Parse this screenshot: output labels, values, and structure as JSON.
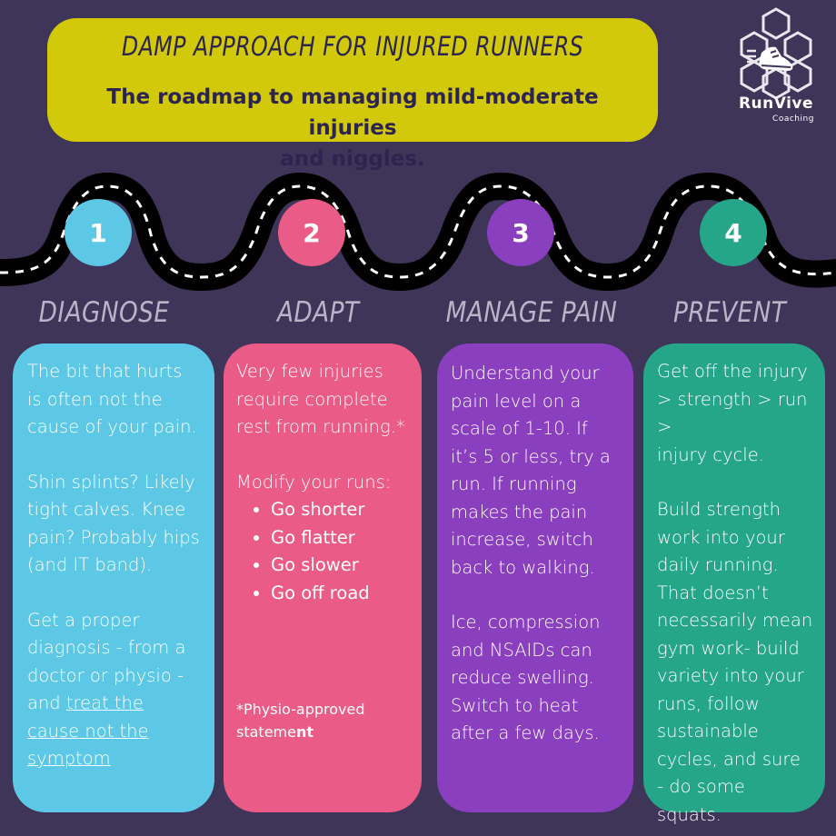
{
  "header": {
    "title": "DAMP APPROACH FOR INJURED RUNNERS",
    "subtitle_line1": "The roadmap to managing mild-moderate injuries",
    "subtitle_line2": "and niggles."
  },
  "logo": {
    "name": "RunVive",
    "sub": "Coaching",
    "icon": "running-shoe-hexagon-icon"
  },
  "colors": {
    "background": "#3f3559",
    "header": "#d1c90a",
    "step1": "#5cc8e6",
    "step2": "#ea5b88",
    "step3": "#8a3fbf",
    "step4": "#25a688"
  },
  "steps": [
    {
      "number": "1",
      "title": "DIAGNOSE",
      "paragraphs": [
        [
          "The bit that hurts",
          "is often not the",
          "cause of your pain."
        ],
        [
          "Shin splints? Likely",
          "tight calves. Knee",
          "pain? Probably hips",
          "(and IT band)."
        ],
        [
          "Get a proper",
          "diagnosis - from a",
          "doctor or physio -"
        ]
      ],
      "last_line_start": "and ",
      "emphasis": [
        "treat the",
        "cause not the",
        "symptom"
      ]
    },
    {
      "number": "2",
      "title": "ADAPT",
      "paragraphs": [
        [
          "Very few injuries",
          "require complete",
          "rest from running.*"
        ],
        [
          "Modify your runs:"
        ]
      ],
      "bullets": [
        "Go shorter",
        "Go flatter",
        "Go slower",
        "Go off road"
      ],
      "footnote_line1": "*Physio-approved",
      "footnote_line2_start": "stateme",
      "footnote_line2_end": "nt"
    },
    {
      "number": "3",
      "title": "MANAGE PAIN",
      "paragraphs": [
        [
          "Understand your",
          "pain level on a",
          "scale of 1-10. If",
          "it’s 5 or less, try a",
          "run. If running",
          "makes the pain",
          "increase, switch",
          "back to walking."
        ],
        [
          "Ice, compression",
          "and NSAIDs can",
          "reduce swelling.",
          "Switch to heat",
          "after a few days."
        ]
      ]
    },
    {
      "number": "4",
      "title": "PREVENT",
      "paragraphs": [
        [
          "Get off the injury",
          "> strength > run >",
          "injury cycle."
        ],
        [
          "Build strength",
          "work into your",
          "daily running.",
          "That doesn’t",
          "necessarily mean",
          "gym work- build",
          "variety into your",
          "runs, follow",
          "sustainable",
          "cycles, and sure",
          "- do some",
          "squats."
        ]
      ]
    }
  ]
}
